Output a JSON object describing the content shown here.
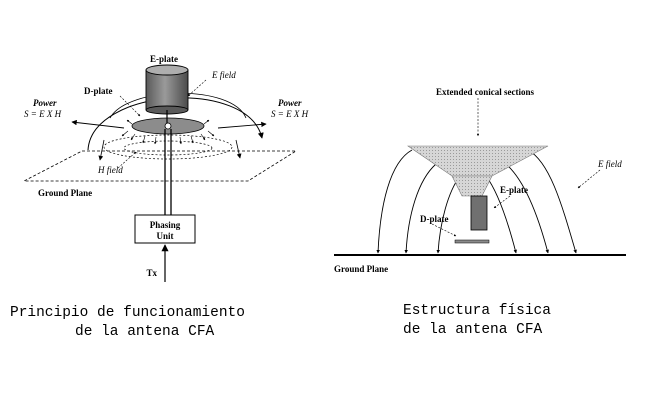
{
  "left_diagram": {
    "e_plate": "E-plate",
    "d_plate": "D-plate",
    "e_field": "E field",
    "power_left_title": "Power",
    "power_left_formula": "S = E X H",
    "power_right_title": "Power",
    "power_right_formula": "S = E X H",
    "h_field": "H field",
    "ground_plane": "Ground Plane",
    "phasing_unit_line1": "Phasing",
    "phasing_unit_line2": "Unit",
    "tx": "Tx"
  },
  "right_diagram": {
    "extended_sections": "Extended conical sections",
    "e_field": "E field",
    "e_plate": "E-plate",
    "d_plate": "D-plate",
    "ground_plane": "Ground Plane"
  },
  "captions": {
    "left_line1": "Principio de funcionamiento",
    "left_line2": "de la antena CFA",
    "right_line1": "Estructura física",
    "right_line2": "de la antena CFA"
  }
}
